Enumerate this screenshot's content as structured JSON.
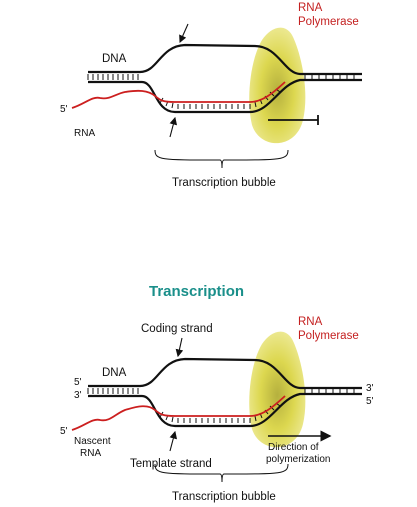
{
  "colors": {
    "dna": "#111111",
    "rna": "#cc1f1f",
    "polymerase": "#d8d22a",
    "title": "#1a8f8a"
  },
  "top": {
    "dna_label": "DNA",
    "rna_polymerase_line1": "RNA",
    "rna_polymerase_line2": "Polymerase",
    "rna_5prime": "5'",
    "rna_label": "RNA",
    "bubble_label": "Transcription bubble"
  },
  "bottom": {
    "title": "Transcription",
    "coding_strand": "Coding strand",
    "dna_label": "DNA",
    "dna_5prime": "5'",
    "dna_3prime_left": "3'",
    "rna_polymerase_line1": "RNA",
    "rna_polymerase_line2": "Polymerase",
    "right_3prime": "3'",
    "right_5prime": "5'",
    "rna_5prime": "5'",
    "nascent_line1": "Nascent",
    "nascent_line2": "RNA",
    "template_strand": "Template strand",
    "direction_line1": "Direction of",
    "direction_line2": "polymerization",
    "bubble_label": "Transcription bubble"
  }
}
